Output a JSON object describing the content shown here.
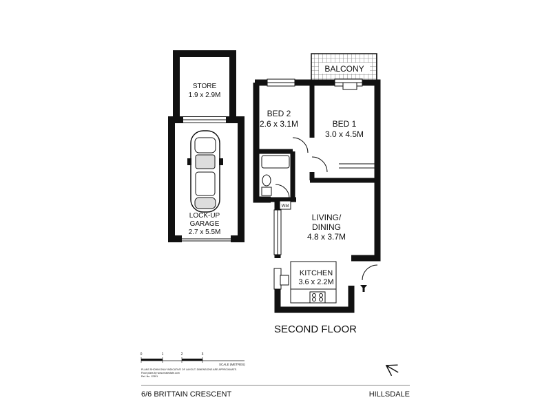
{
  "rooms": {
    "store": {
      "name": "STORE",
      "size": "1.9 x 2.9M"
    },
    "garage": {
      "name1": "LOCK-UP",
      "name2": "GARAGE",
      "size": "2.7 x 5.5M"
    },
    "balcony": {
      "name": "BALCONY"
    },
    "bed2": {
      "name": "BED 2",
      "size": "2.6 x 3.1M"
    },
    "bed1": {
      "name": "BED 1",
      "size": "3.0 x 4.5M"
    },
    "living": {
      "name1": "LIVING/",
      "name2": "DINING",
      "size": "4.8 x 3.7M"
    },
    "kitchen": {
      "name": "KITCHEN",
      "size": "3.6 x 2.2M"
    },
    "laundry": {
      "wm": "WM"
    }
  },
  "floor_title": "SECOND FLOOR",
  "scale": {
    "ticks": [
      "0",
      "1",
      "2",
      "3"
    ],
    "label": "SCALE (METRES)"
  },
  "disclaimer": {
    "line1": "PLANS SHOWN ONLY INDICATIVE OF LAYOUT. DIMENSIONS ARE APPROXIMATE.",
    "line2": "Floor plans by www.realestate.com",
    "line3": "Ref. No. 12301"
  },
  "footer": {
    "address": "6/6 BRITTAIN CRESCENT",
    "suburb": "HILLSDALE"
  },
  "compass": {
    "icon": "north-arrow-icon"
  }
}
